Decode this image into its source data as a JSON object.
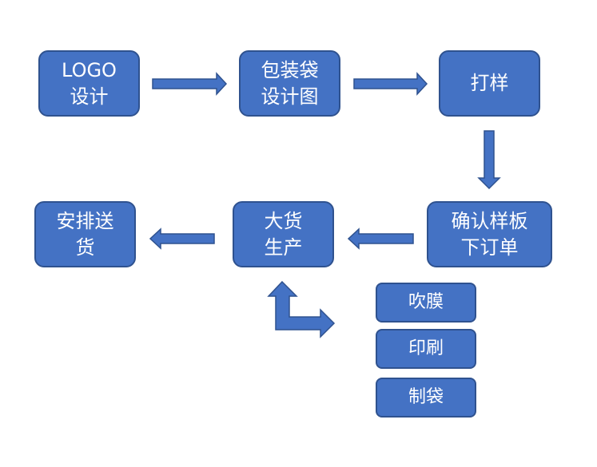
{
  "steps": {
    "logo_design": "LOGO\n设计",
    "bag_design": "包装袋\n设计图",
    "proofing": "打样",
    "confirm_sample": "确认样板\n下订单",
    "mass_production": "大货\n生产",
    "delivery": "安排送\n货"
  },
  "sub_processes": [
    "吹膜",
    "印刷",
    "制袋"
  ],
  "colors": {
    "box_fill": "#4472C4",
    "box_border": "#2F528F",
    "text": "#FFFFFF"
  }
}
